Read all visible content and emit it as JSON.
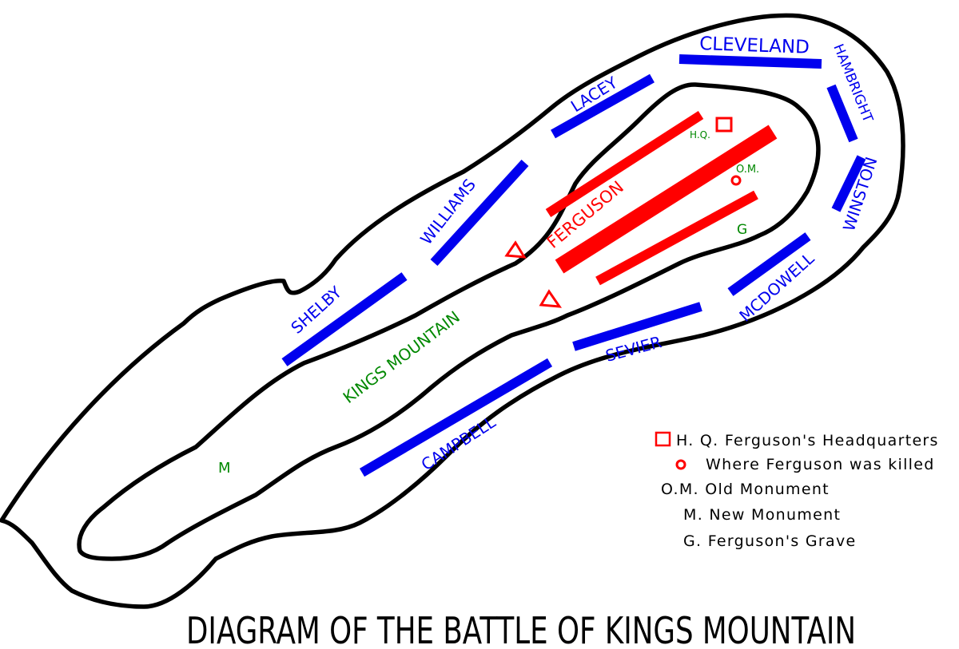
{
  "title": "DIAGRAM OF THE BATTLE OF KINGS MOUNTAIN",
  "colors": {
    "patriot": "#0000ee",
    "loyalist": "#ff0000",
    "landmark": "#008800",
    "contour": "#000000"
  },
  "patriot_commanders": [
    {
      "name": "CLEVELAND"
    },
    {
      "name": "HAMBRIGHT"
    },
    {
      "name": "WINSTON"
    },
    {
      "name": "MCDOWELL"
    },
    {
      "name": "SEVIER"
    },
    {
      "name": "CAMPBELL"
    },
    {
      "name": "SHELBY"
    },
    {
      "name": "WILLIAMS"
    },
    {
      "name": "LACEY"
    }
  ],
  "loyalist_label": "FERGUSON",
  "landmarks": {
    "mountain": "KINGS MOUNTAIN",
    "hq": "H.Q.",
    "old_monument": "O.M.",
    "new_monument": "M",
    "grave": "G"
  },
  "legend": [
    {
      "symbol": "square-red",
      "text": "H. Q. Ferguson's Headquarters"
    },
    {
      "symbol": "circle-red",
      "text": "Where Ferguson was killed"
    },
    {
      "symbol": "none",
      "text": "O.M. Old Monument"
    },
    {
      "symbol": "none",
      "text": "M. New Monument"
    },
    {
      "symbol": "none",
      "text": "G. Ferguson's Grave"
    }
  ]
}
